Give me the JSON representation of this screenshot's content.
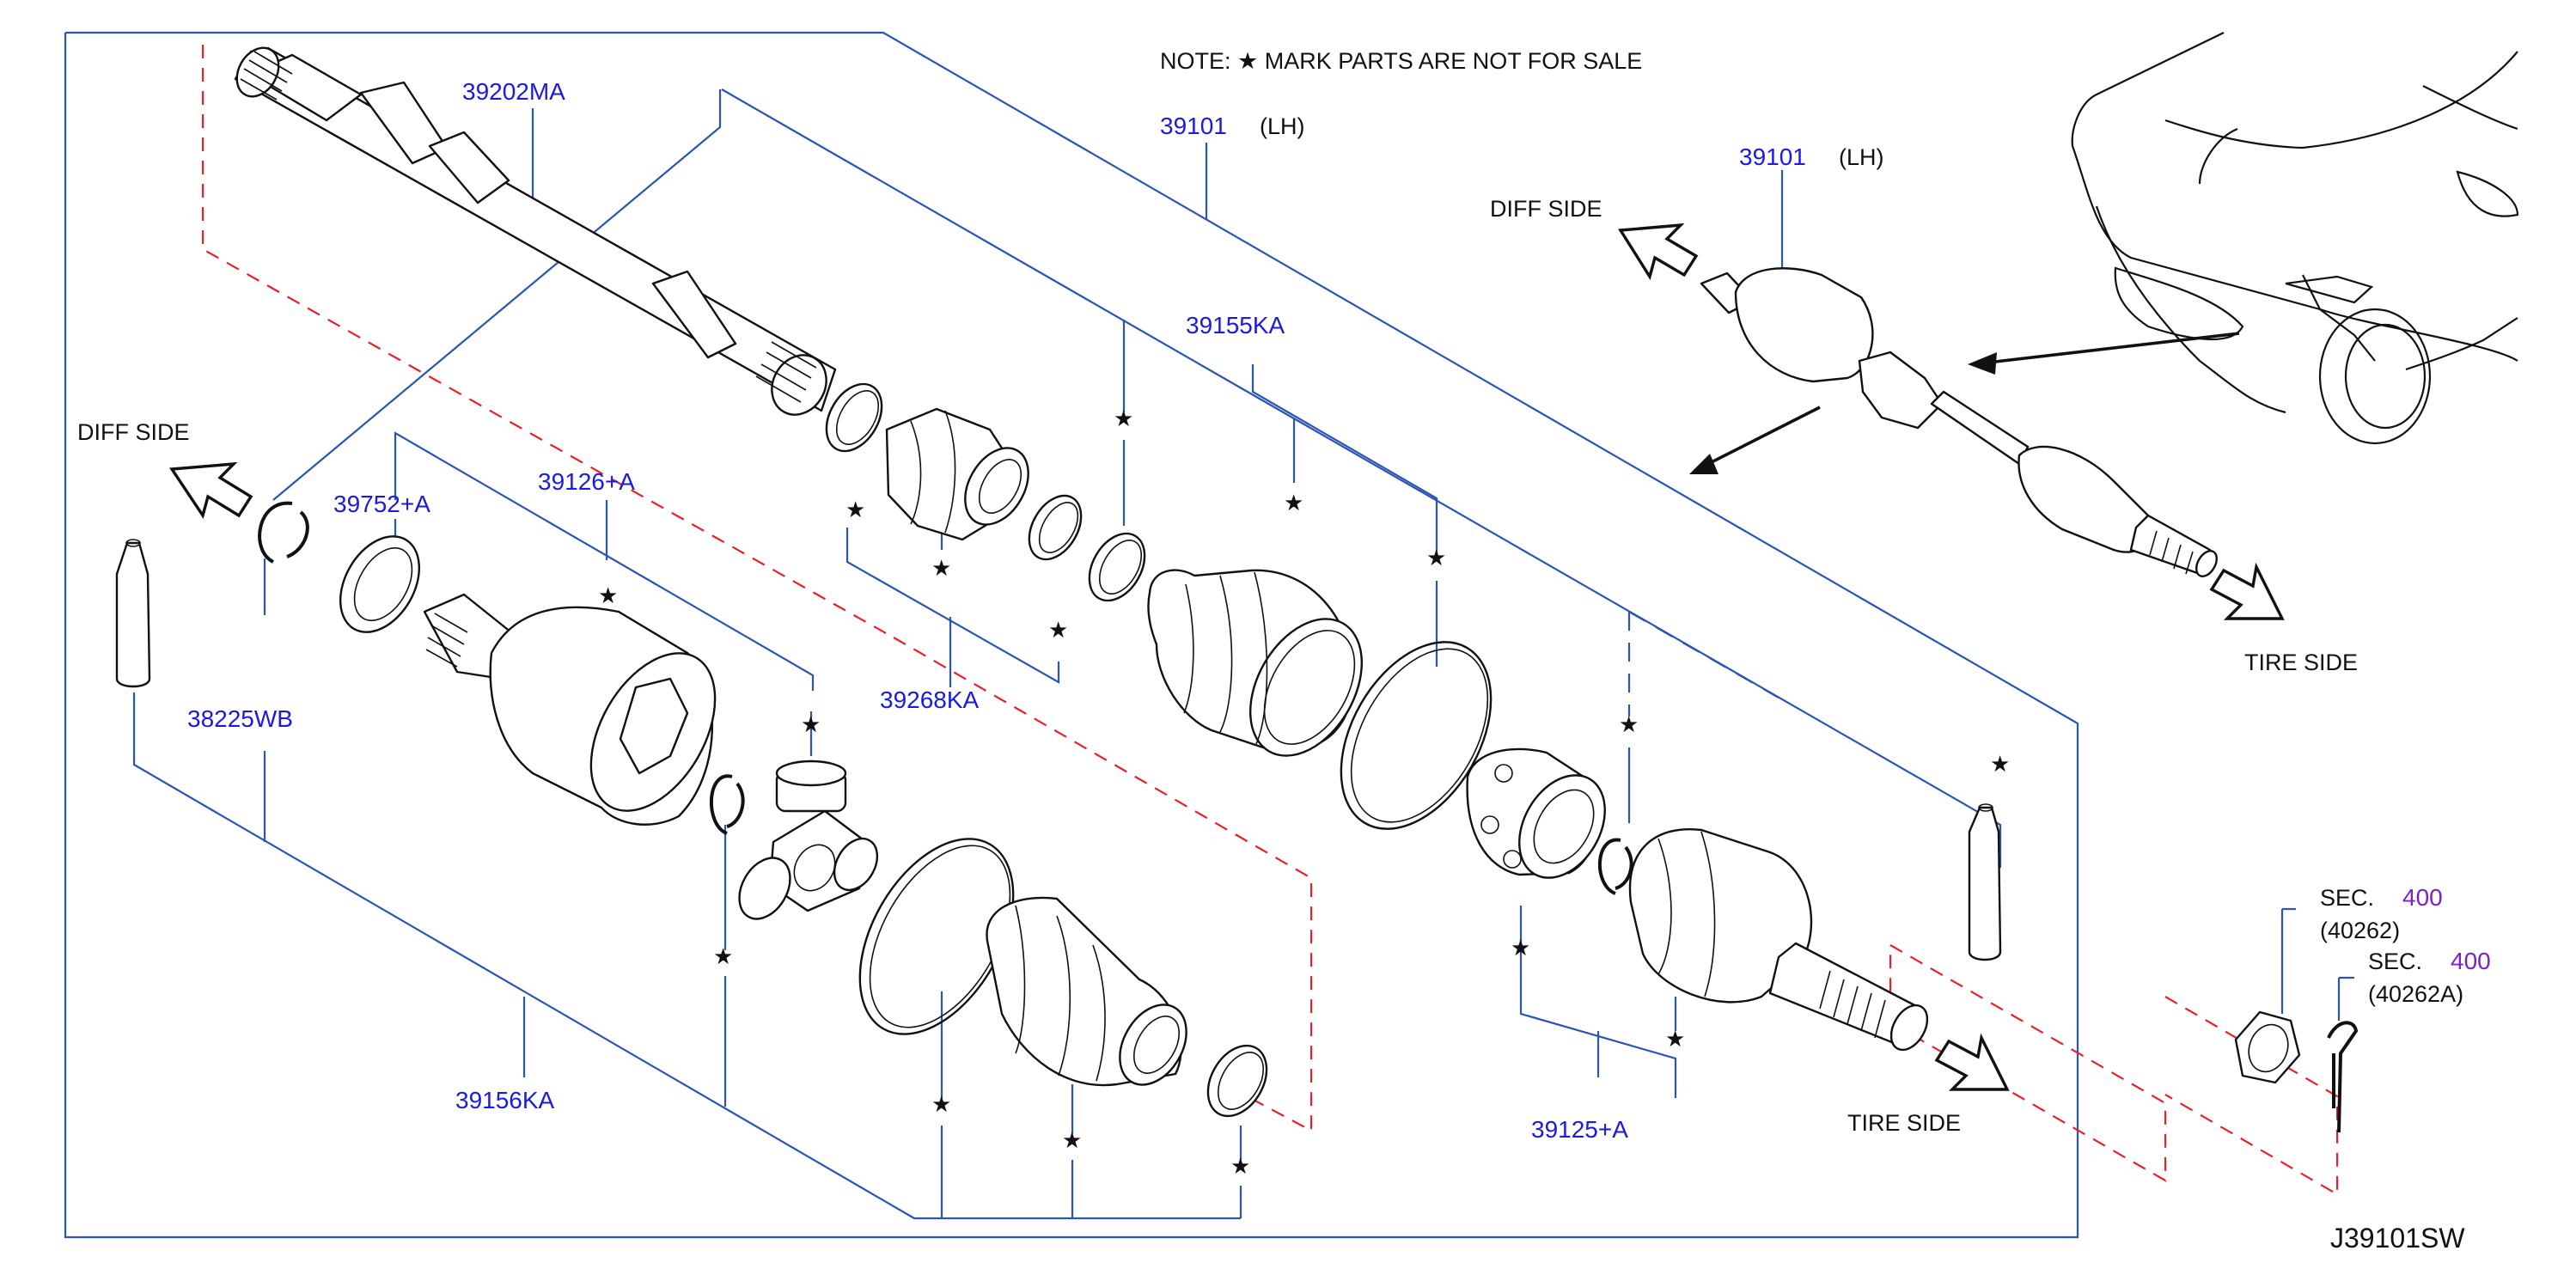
{
  "note": "NOTE:  ★ MARK   PARTS   ARE   NOT   FOR   SALE",
  "star_glyph": "★",
  "diagram_id": "J39101SW",
  "direction_labels": {
    "diff_side_left": "DIFF   SIDE",
    "diff_side_inset": "DIFF   SIDE",
    "tire_side_main": "TIRE   SIDE",
    "tire_side_inset": "TIRE   SIDE"
  },
  "parts": {
    "shaft": "39202MA",
    "assembly_main": "39101",
    "assembly_main_side": "(LH)",
    "assembly_inset": "39101",
    "assembly_inset_side": "(LH)",
    "boot_kit_outer": "39155KA",
    "ring_left": "39752+A",
    "housing_inner": "39126+A",
    "band_kit": "39268KA",
    "grease": "38225WB",
    "boot_kit_inner": "39156KA",
    "joint_outer": "39125+A"
  },
  "section_refs": [
    {
      "prefix": "SEC.",
      "number": "400",
      "code": "(40262)"
    },
    {
      "prefix": "SEC.",
      "number": "400",
      "code": "(40262A)"
    }
  ],
  "colors": {
    "label_blue": "#1a1ae6",
    "leader_blue": "#2a55b5",
    "dash_red": "#e8202a",
    "section_purple": "#7a22c8",
    "ink": "#111111"
  }
}
